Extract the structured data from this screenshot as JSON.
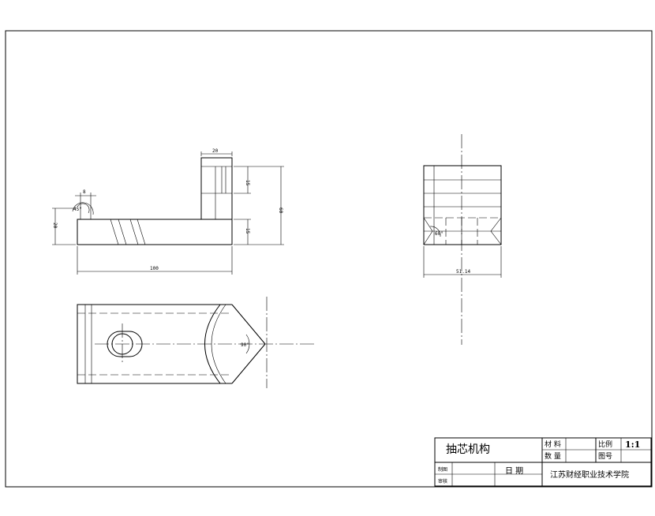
{
  "dimensions": {
    "front_width": "100",
    "front_top_width": "20",
    "front_height": "60",
    "front_left_height": "20",
    "front_upper": "15",
    "front_lower": "15",
    "front_hole": "8",
    "front_angle": "45°",
    "side_width": "51.14",
    "side_angle": "60°",
    "top_angle": "90°"
  },
  "title_block": {
    "part_name": "抽芯机构",
    "material_label": "材 料",
    "quantity_label": "数 量",
    "scale_label": "比例",
    "scale_value": "1:1",
    "drawing_no_label": "图号",
    "drawn_label": "制图",
    "review_label": "审核",
    "date_label": "日  期",
    "school": "江苏财经职业技术学院"
  }
}
